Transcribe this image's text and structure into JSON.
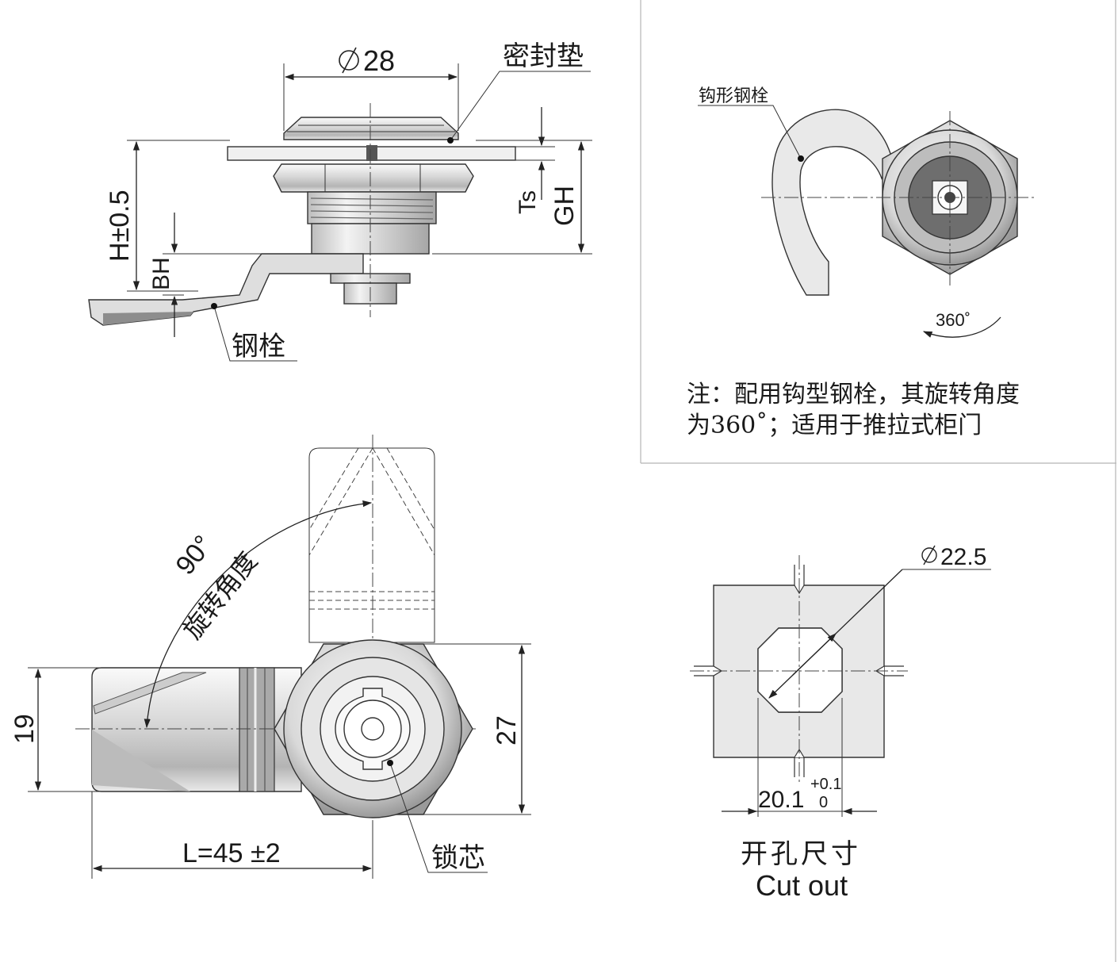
{
  "side_view": {
    "diameter_label": "28",
    "seal_gasket_label": "密封垫",
    "h_label": "H±0.5",
    "bh_label": "BH",
    "ts_label": "Ts",
    "gh_label": "GH",
    "latch_label": "钢栓"
  },
  "hook_view": {
    "hook_latch_label": "钩形钢栓",
    "rotation_label": "360˚",
    "note_line1": "注：配用钩型钢栓，其旋转角度",
    "note_line2": "为360˚；适用于推拉式柜门"
  },
  "front_view": {
    "angle_label": "90°",
    "rotation_angle_label": "旋转角度",
    "height_label": "19",
    "hex_label": "27",
    "length_label": "L=45 ±2",
    "lock_core_label": "锁芯"
  },
  "cutout_view": {
    "diameter_label": "22.5",
    "width_label": "20.1",
    "tol_plus": "+0.1",
    "tol_zero": "0",
    "title_cn": "开孔尺寸",
    "title_en": "Cut out"
  },
  "colors": {
    "metal_light": "#f2f2f2",
    "metal_mid": "#cfcfcf",
    "metal_dark": "#8a8a8a",
    "line": "#222222"
  }
}
